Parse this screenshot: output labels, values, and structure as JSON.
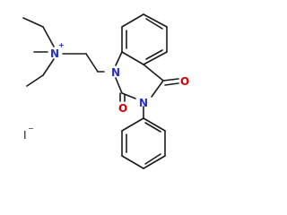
{
  "molecule": {
    "atoms": {
      "n_plus": {
        "symbol": "N",
        "charge": "+",
        "color": "#2430c8"
      },
      "n1": {
        "symbol": "N",
        "color": "#2430c8"
      },
      "n3": {
        "symbol": "N",
        "color": "#2430c8"
      },
      "o4": {
        "symbol": "O",
        "color": "#d40000"
      },
      "o2": {
        "symbol": "O",
        "color": "#d40000"
      }
    },
    "counterion": {
      "symbol": "I",
      "charge": "−"
    }
  }
}
